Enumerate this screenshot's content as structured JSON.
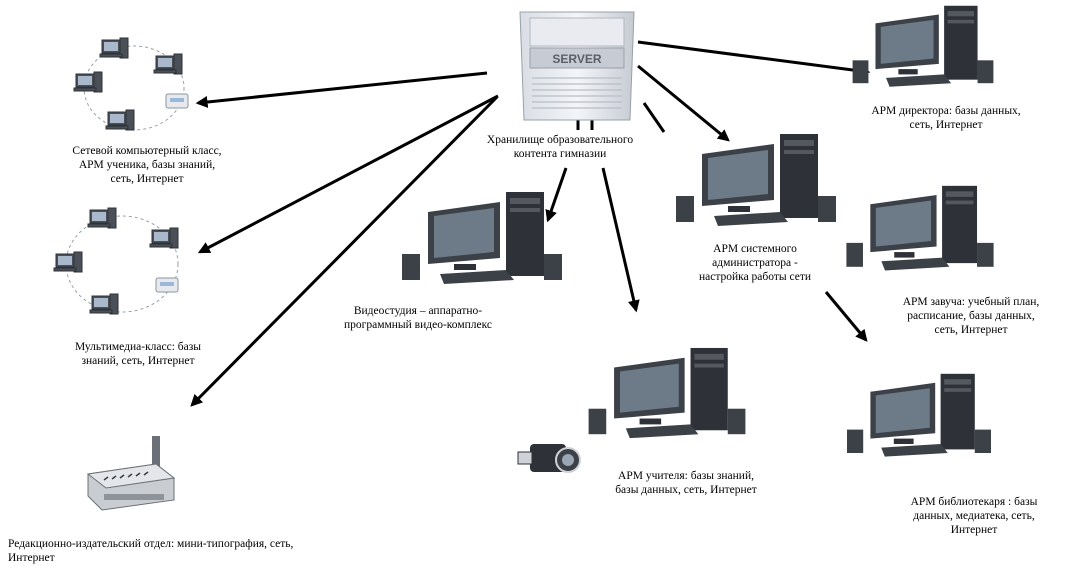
{
  "server": {
    "badge": "SERVER",
    "caption": "Хранилище образовательного\nконтента гимназии"
  },
  "nodes": {
    "network_class": "Сетевой компьютерный класс,\nАРМ ученика, базы знаний,\nсеть, Интернет",
    "multimedia_class": "Мультимедиа-класс: базы\nзнаний, сеть, Интернет",
    "publishing": "Редакционно-издательский отдел: мини-типография, сеть,\nИнтернет",
    "video_studio": "Видеостудия – аппаратно-\nпрограммный видео-комплекс",
    "teacher": "АРМ учителя: базы знаний,\nбазы данных, сеть, Интернет",
    "sysadmin": "АРМ системного\nадминистратора -\nнастройка работы сети",
    "director": "АРМ директора: базы данных,\nсеть, Интернет",
    "deputy": "АРМ завуча: учебный план,\nрасписание, базы данных,\nсеть, Интернет",
    "librarian": "АРМ библиотекаря : базы\nданных, медиатека, сеть,\nИнтернет"
  }
}
